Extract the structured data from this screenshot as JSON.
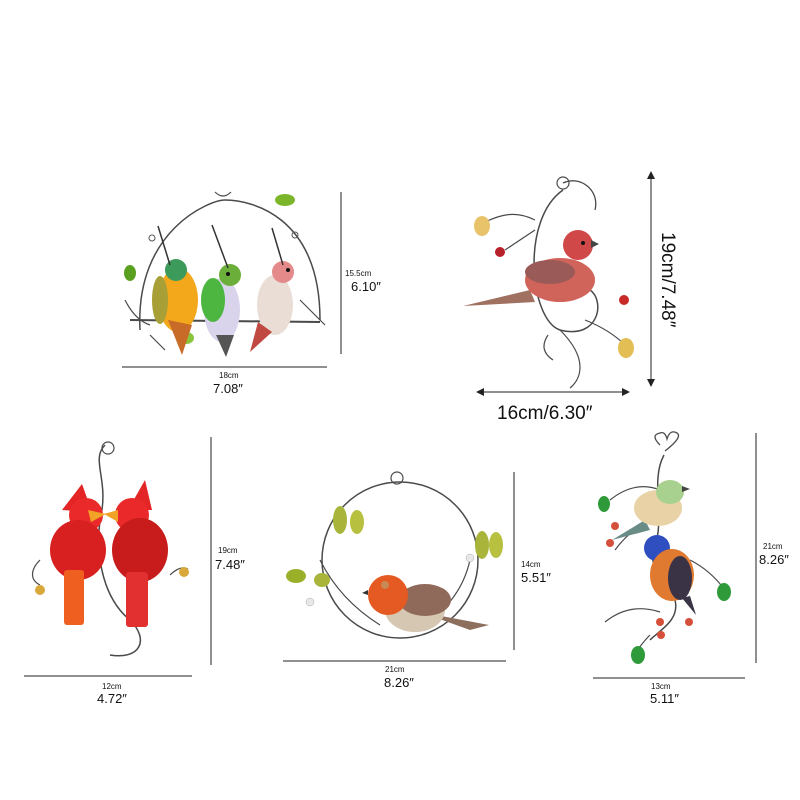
{
  "colors": {
    "background": "#ffffff",
    "wire": "#4a4a4a",
    "dimension_line": "#222222"
  },
  "products": [
    {
      "name": "three-hummingbirds",
      "width_cm": "18cm",
      "width_in": "7.08″",
      "height_cm": "15.5cm",
      "height_in": "6.10″"
    },
    {
      "name": "finch-on-branch",
      "width_label": "16cm/6.30″",
      "height_label": "19cm/7.48″"
    },
    {
      "name": "two-cardinals",
      "width_cm": "12cm",
      "width_in": "4.72″",
      "height_cm": "19cm",
      "height_in": "7.48″"
    },
    {
      "name": "robin-wreath",
      "width_cm": "21cm",
      "width_in": "8.26″",
      "height_cm": "14cm",
      "height_in": "5.51″"
    },
    {
      "name": "two-songbirds",
      "width_cm": "13cm",
      "width_in": "5.11″",
      "height_cm": "21cm",
      "height_in": "8.26″"
    }
  ]
}
